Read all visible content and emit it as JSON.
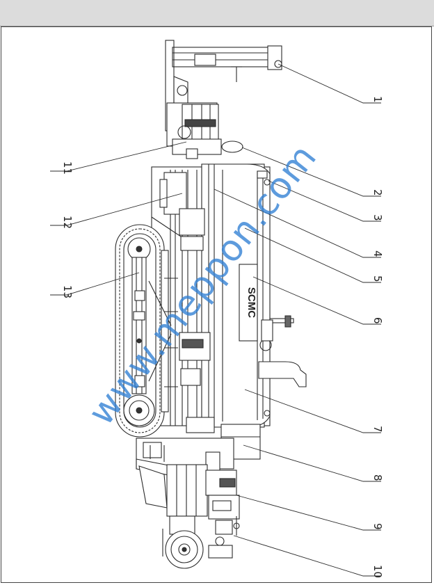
{
  "diagram": {
    "callouts": [
      {
        "id": "c1",
        "label": "1"
      },
      {
        "id": "c2",
        "label": "2"
      },
      {
        "id": "c3",
        "label": "3"
      },
      {
        "id": "c4",
        "label": "4"
      },
      {
        "id": "c5",
        "label": "5"
      },
      {
        "id": "c6",
        "label": "6"
      },
      {
        "id": "c7",
        "label": "7"
      },
      {
        "id": "c8",
        "label": "8"
      },
      {
        "id": "c9",
        "label": "9"
      },
      {
        "id": "c10",
        "label": "10"
      },
      {
        "id": "c11",
        "label": "11"
      },
      {
        "id": "c12",
        "label": "12"
      },
      {
        "id": "c13",
        "label": "13"
      }
    ],
    "logo_text": "SCMC",
    "line_color": "#2a2a2a"
  },
  "watermark": {
    "text": "www.meppon.com",
    "color": "#2f7fd4"
  }
}
